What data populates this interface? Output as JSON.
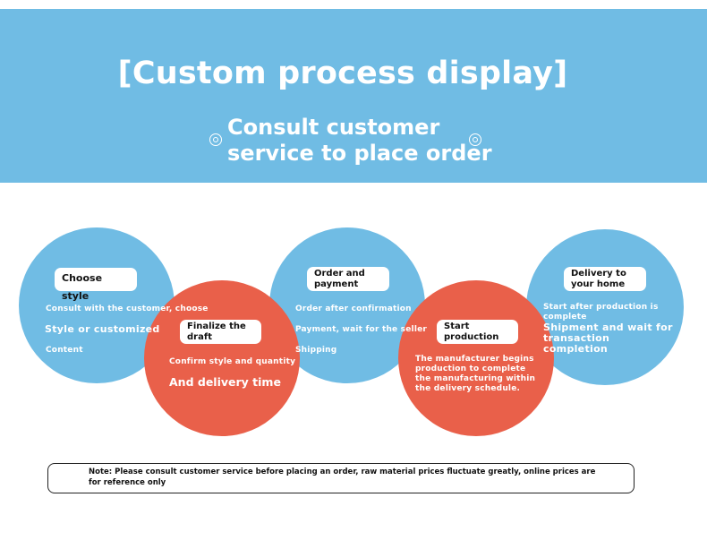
{
  "banner": {
    "title": "[Custom process display]",
    "subtitle_line1": "Consult customer",
    "subtitle_line2": "service to place order"
  },
  "steps": [
    {
      "label": "Choose style",
      "line1": "Consult with the customer, choose",
      "line2": "Style or customized",
      "line3": "Content"
    },
    {
      "label": "Finalize the draft",
      "line1": "Confirm style and quantity",
      "line2": "And delivery time"
    },
    {
      "label": "Order and payment",
      "line1": "Order after confirmation",
      "line2": "Payment, wait for the seller",
      "line3": "Shipping"
    },
    {
      "label": "Start production",
      "line1": "The manufacturer begins production to complete the manufacturing within the delivery schedule."
    },
    {
      "label": "Delivery to your home",
      "line1": "Start after production is complete",
      "line2": "Shipment and wait for transaction completion"
    }
  ],
  "note": "Note: Please consult customer service before placing an order, raw material prices fluctuate greatly, online prices are for reference only",
  "colors": {
    "blue": "#70bce4",
    "red": "#e9604a",
    "white": "#ffffff"
  },
  "icons": [
    "ring-icon",
    "ring-icon"
  ]
}
